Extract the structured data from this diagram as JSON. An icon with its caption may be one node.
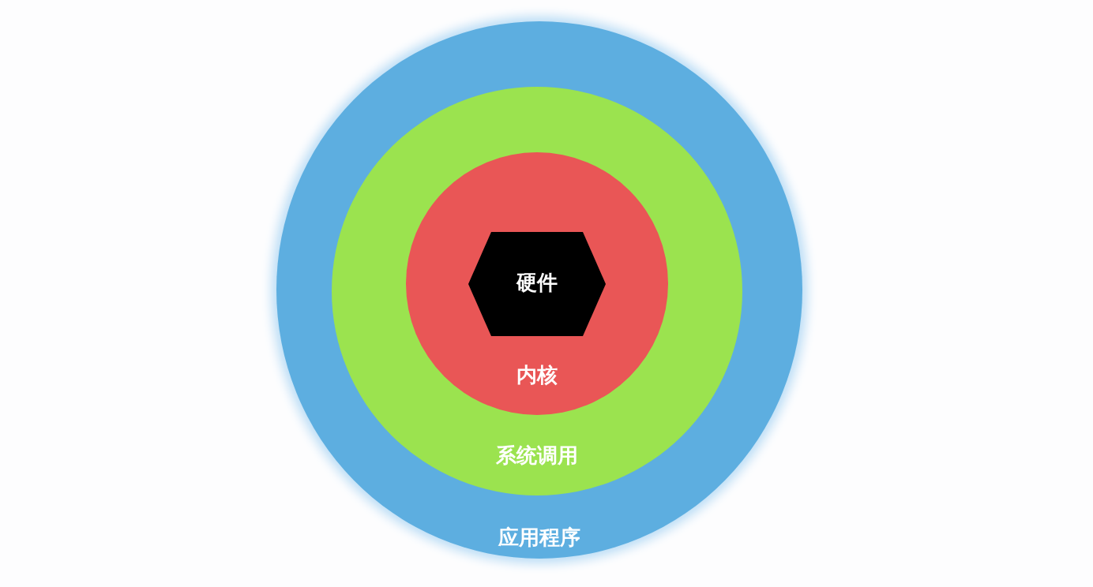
{
  "diagram": {
    "nodes": [
      {
        "text": [
          "应用程序"
        ]
      },
      {
        "text": [
          "系统调用"
        ],
        "in": 0
      },
      {
        "text": [
          "内核"
        ],
        "in": 1
      },
      {
        "text": [
          "硬件"
        ],
        "in": 2
      }
    ]
  }
}
